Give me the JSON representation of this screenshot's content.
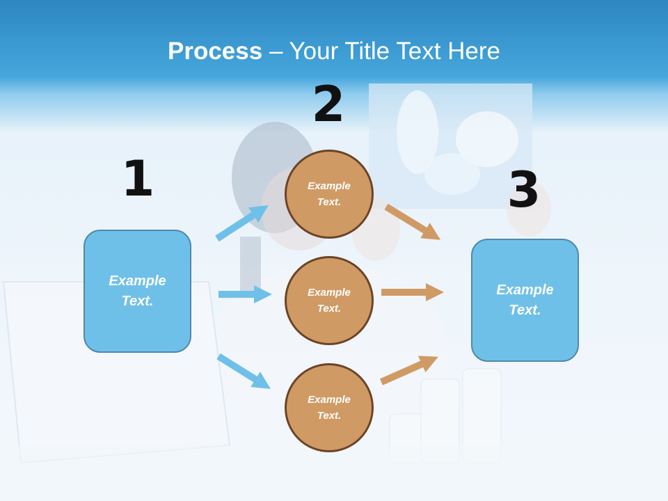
{
  "title": {
    "bold": "Process",
    "rest": " – Your Title Text Here"
  },
  "steps": {
    "n1": "1",
    "n2": "2",
    "n3": "3"
  },
  "nodes": {
    "left_box": "Example Text.",
    "circle_top": "Example Text.",
    "circle_mid": "Example Text.",
    "circle_bot": "Example Text.",
    "right_box": "Example Text."
  },
  "colors": {
    "box_fill": "#6fc0e8",
    "circle_fill": "#d09a65",
    "arrow_blue": "#6fc0e8",
    "arrow_orange": "#d09a65"
  }
}
